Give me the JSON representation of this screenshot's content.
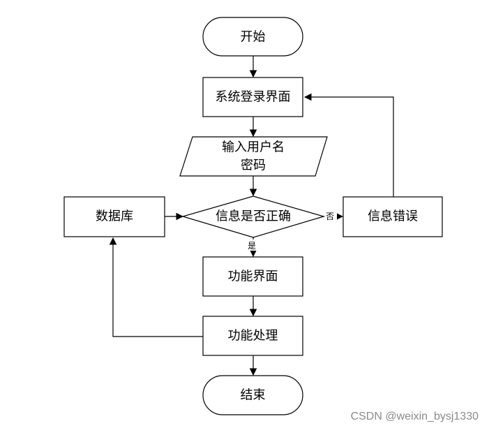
{
  "flowchart": {
    "nodes": {
      "start": "开始",
      "login": "系统登录界面",
      "input_line1": "输入用户名",
      "input_line2": "密码",
      "check": "信息是否正确",
      "database": "数据库",
      "error": "信息错误",
      "function_ui": "功能界面",
      "function_proc": "功能处理",
      "end": "结束"
    },
    "edge_labels": {
      "no": "否",
      "yes": "是"
    }
  },
  "watermark": "CSDN @weixin_bysj1330"
}
